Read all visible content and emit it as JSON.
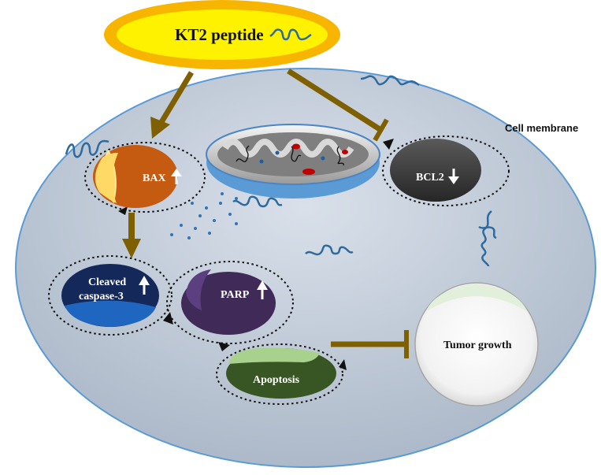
{
  "labels": {
    "peptide": "KT2 peptide",
    "membrane": "Cell membrane",
    "bax": "BAX",
    "bcl2": "BCL2",
    "caspase_line1": "Cleaved",
    "caspase_line2": "caspase-3",
    "parp": "PARP",
    "apoptosis": "Apoptosis",
    "tumor": "Tumor growth"
  },
  "indicators": {
    "bax": "up",
    "bcl2": "down",
    "caspase": "up",
    "parp": "up"
  },
  "colors": {
    "peptide_outer": "#F7B500",
    "peptide_inner": "#FFF200",
    "cell_fill": "#B8C4D2",
    "cell_stroke": "#5B9BD5",
    "arrow": "#7F6000",
    "bax": "#C55A11",
    "bcl2": "#3A3A3A",
    "caspase": "#14285A",
    "parp": "#3F2A58",
    "apoptosis": "#375623",
    "peptide_squiggle": "#2E6A9E"
  }
}
